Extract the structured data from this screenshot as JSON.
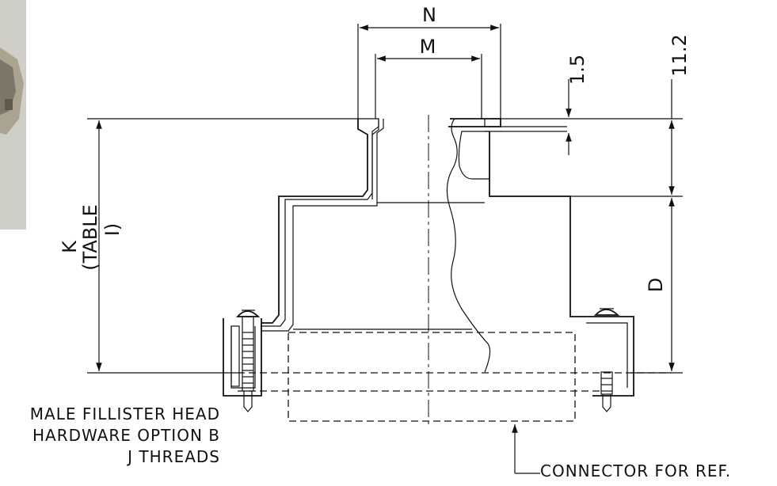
{
  "dimensions": {
    "n": "N",
    "m": "M",
    "d": "D",
    "v_1_5": "1.5",
    "v_11_2": "11.2",
    "k_line1": "K",
    "k_line2": "(TABLE",
    "k_line3": "I)"
  },
  "notes": {
    "hardware_line1": "MALE FILLISTER HEAD",
    "hardware_line2": "HARDWARE OPTION B",
    "hardware_line3": "J THREADS",
    "connector_ref": "CONNECTOR FOR REF."
  }
}
